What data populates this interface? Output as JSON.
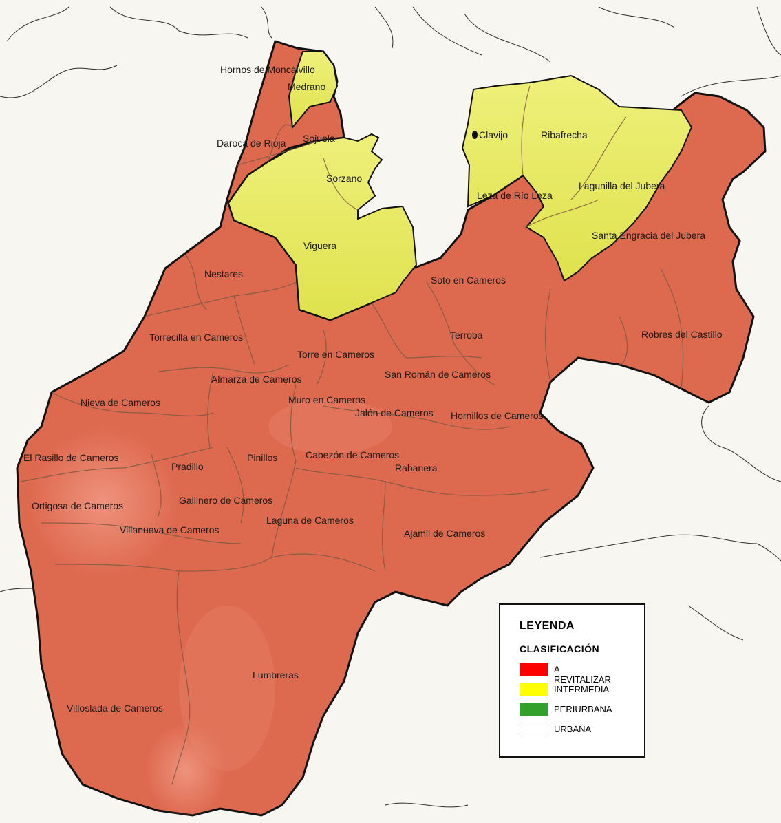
{
  "colors": {
    "background": "#f7f6f1",
    "a_revitalizar_fill": "#dd694e",
    "intermedia_fill": "#e6e95a",
    "border": "#111111",
    "inner_border": "#8a5b3e"
  },
  "municipalities": [
    {
      "id": "hornos",
      "name": "Hornos de Moncalvillo",
      "class": "a_revitalizar"
    },
    {
      "id": "medrano",
      "name": "Medrano",
      "class": "intermedia"
    },
    {
      "id": "daroca",
      "name": "Daroca de Rioja",
      "class": "a_revitalizar"
    },
    {
      "id": "sojuela",
      "name": "Sojuela",
      "class": "a_revitalizar"
    },
    {
      "id": "sorzano",
      "name": "Sorzano",
      "class": "intermedia"
    },
    {
      "id": "viguera",
      "name": "Viguera",
      "class": "intermedia"
    },
    {
      "id": "clavijo",
      "name": "Clavijo",
      "class": "intermedia"
    },
    {
      "id": "ribafrecha",
      "name": "Ribafrecha",
      "class": "intermedia"
    },
    {
      "id": "lagunilla",
      "name": "Lagunilla del Jubera",
      "class": "intermedia"
    },
    {
      "id": "leza",
      "name": "Leza de Río Leza",
      "class": "a_revitalizar"
    },
    {
      "id": "santa_engracia",
      "name": "Santa Engracia del Jubera",
      "class": "intermedia"
    },
    {
      "id": "nestares",
      "name": "Nestares",
      "class": "a_revitalizar"
    },
    {
      "id": "soto",
      "name": "Soto en Cameros",
      "class": "a_revitalizar"
    },
    {
      "id": "terroba",
      "name": "Terroba",
      "class": "a_revitalizar"
    },
    {
      "id": "robres",
      "name": "Robres del Castillo",
      "class": "a_revitalizar"
    },
    {
      "id": "torrecilla",
      "name": "Torrecilla en Cameros",
      "class": "a_revitalizar"
    },
    {
      "id": "torre",
      "name": "Torre en Cameros",
      "class": "a_revitalizar"
    },
    {
      "id": "almarza",
      "name": "Almarza de Cameros",
      "class": "a_revitalizar"
    },
    {
      "id": "san_roman",
      "name": "San Román de Cameros",
      "class": "a_revitalizar"
    },
    {
      "id": "nieva",
      "name": "Nieva de Cameros",
      "class": "a_revitalizar"
    },
    {
      "id": "muro",
      "name": "Muro en Cameros",
      "class": "a_revitalizar"
    },
    {
      "id": "jalon",
      "name": "Jalón de Cameros",
      "class": "a_revitalizar"
    },
    {
      "id": "hornillos",
      "name": "Hornillos de Cameros",
      "class": "a_revitalizar"
    },
    {
      "id": "rasillo",
      "name": "El Rasillo de Cameros",
      "class": "a_revitalizar"
    },
    {
      "id": "pradillo",
      "name": "Pradillo",
      "class": "a_revitalizar"
    },
    {
      "id": "pinillos",
      "name": "Pinillos",
      "class": "a_revitalizar"
    },
    {
      "id": "cabezon",
      "name": "Cabezón de Cameros",
      "class": "a_revitalizar"
    },
    {
      "id": "rabanera",
      "name": "Rabanera",
      "class": "a_revitalizar"
    },
    {
      "id": "ortigosa",
      "name": "Ortigosa de Cameros",
      "class": "a_revitalizar"
    },
    {
      "id": "gallinero",
      "name": "Gallinero de Cameros",
      "class": "a_revitalizar"
    },
    {
      "id": "villanueva",
      "name": "Villanueva de Cameros",
      "class": "a_revitalizar"
    },
    {
      "id": "laguna",
      "name": "Laguna de Cameros",
      "class": "a_revitalizar"
    },
    {
      "id": "ajamil",
      "name": "Ajamil de Cameros",
      "class": "a_revitalizar"
    },
    {
      "id": "lumbreras",
      "name": "Lumbreras",
      "class": "a_revitalizar"
    },
    {
      "id": "villoslada",
      "name": "Villoslada de Cameros",
      "class": "a_revitalizar"
    }
  ],
  "legend": {
    "title": "LEYENDA",
    "subtitle": "CLASIFICACIÓN",
    "items": [
      {
        "label": "A REVITALIZAR",
        "color": "#ff0000"
      },
      {
        "label": "INTERMEDIA",
        "color": "#ffff00"
      },
      {
        "label": "PERIURBANA",
        "color": "#33a02c"
      },
      {
        "label": "URBANA",
        "color": "#ffffff"
      }
    ]
  }
}
